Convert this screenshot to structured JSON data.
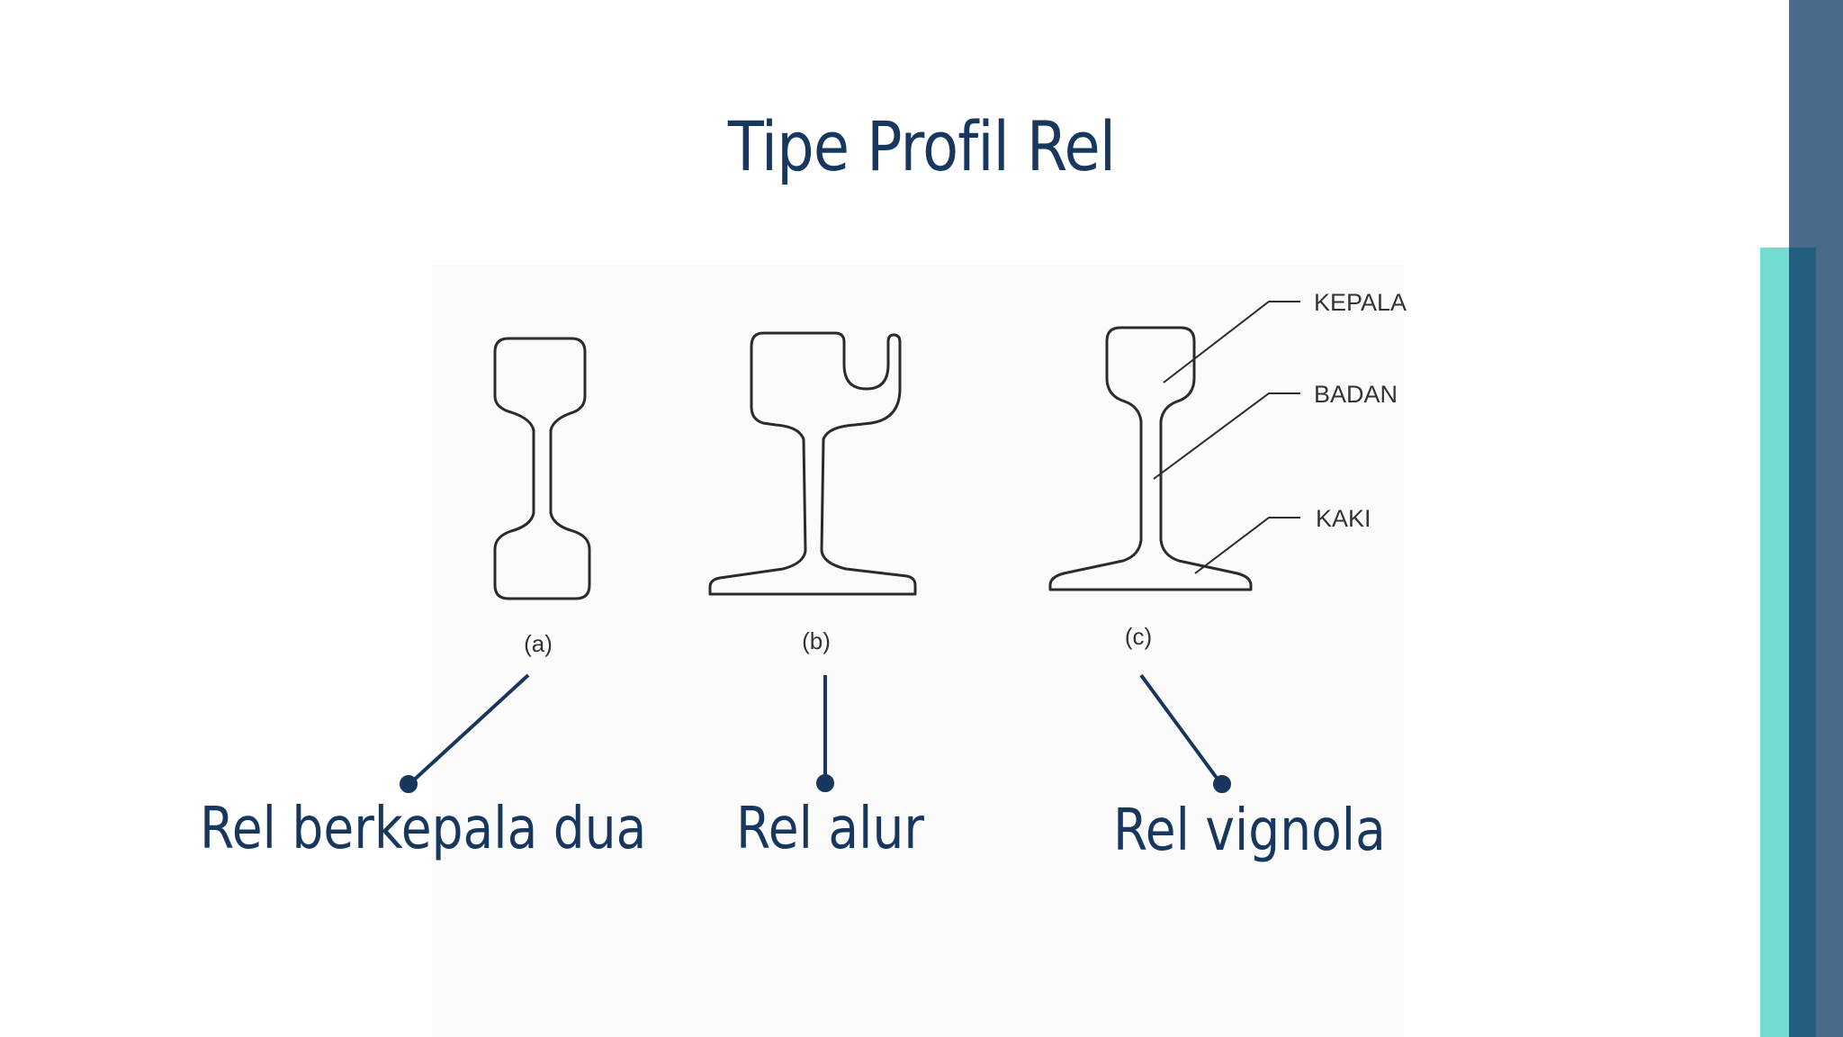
{
  "slide": {
    "title": "Tipe Profil Rel",
    "figure_labels": [
      "(a)",
      "(b)",
      "(c)"
    ],
    "part_labels": [
      "KEPALA",
      "BADAN",
      "KAKI"
    ],
    "captions": [
      "Rel berkepala dua",
      "Rel alur",
      "Rel vignola"
    ]
  },
  "colors": {
    "title": "#17375e",
    "accent_dark": "#4a6a8c",
    "accent_teal": "#72dcd2",
    "accent_navy": "#225f7e",
    "diagram_line": "#2b2b2b"
  }
}
